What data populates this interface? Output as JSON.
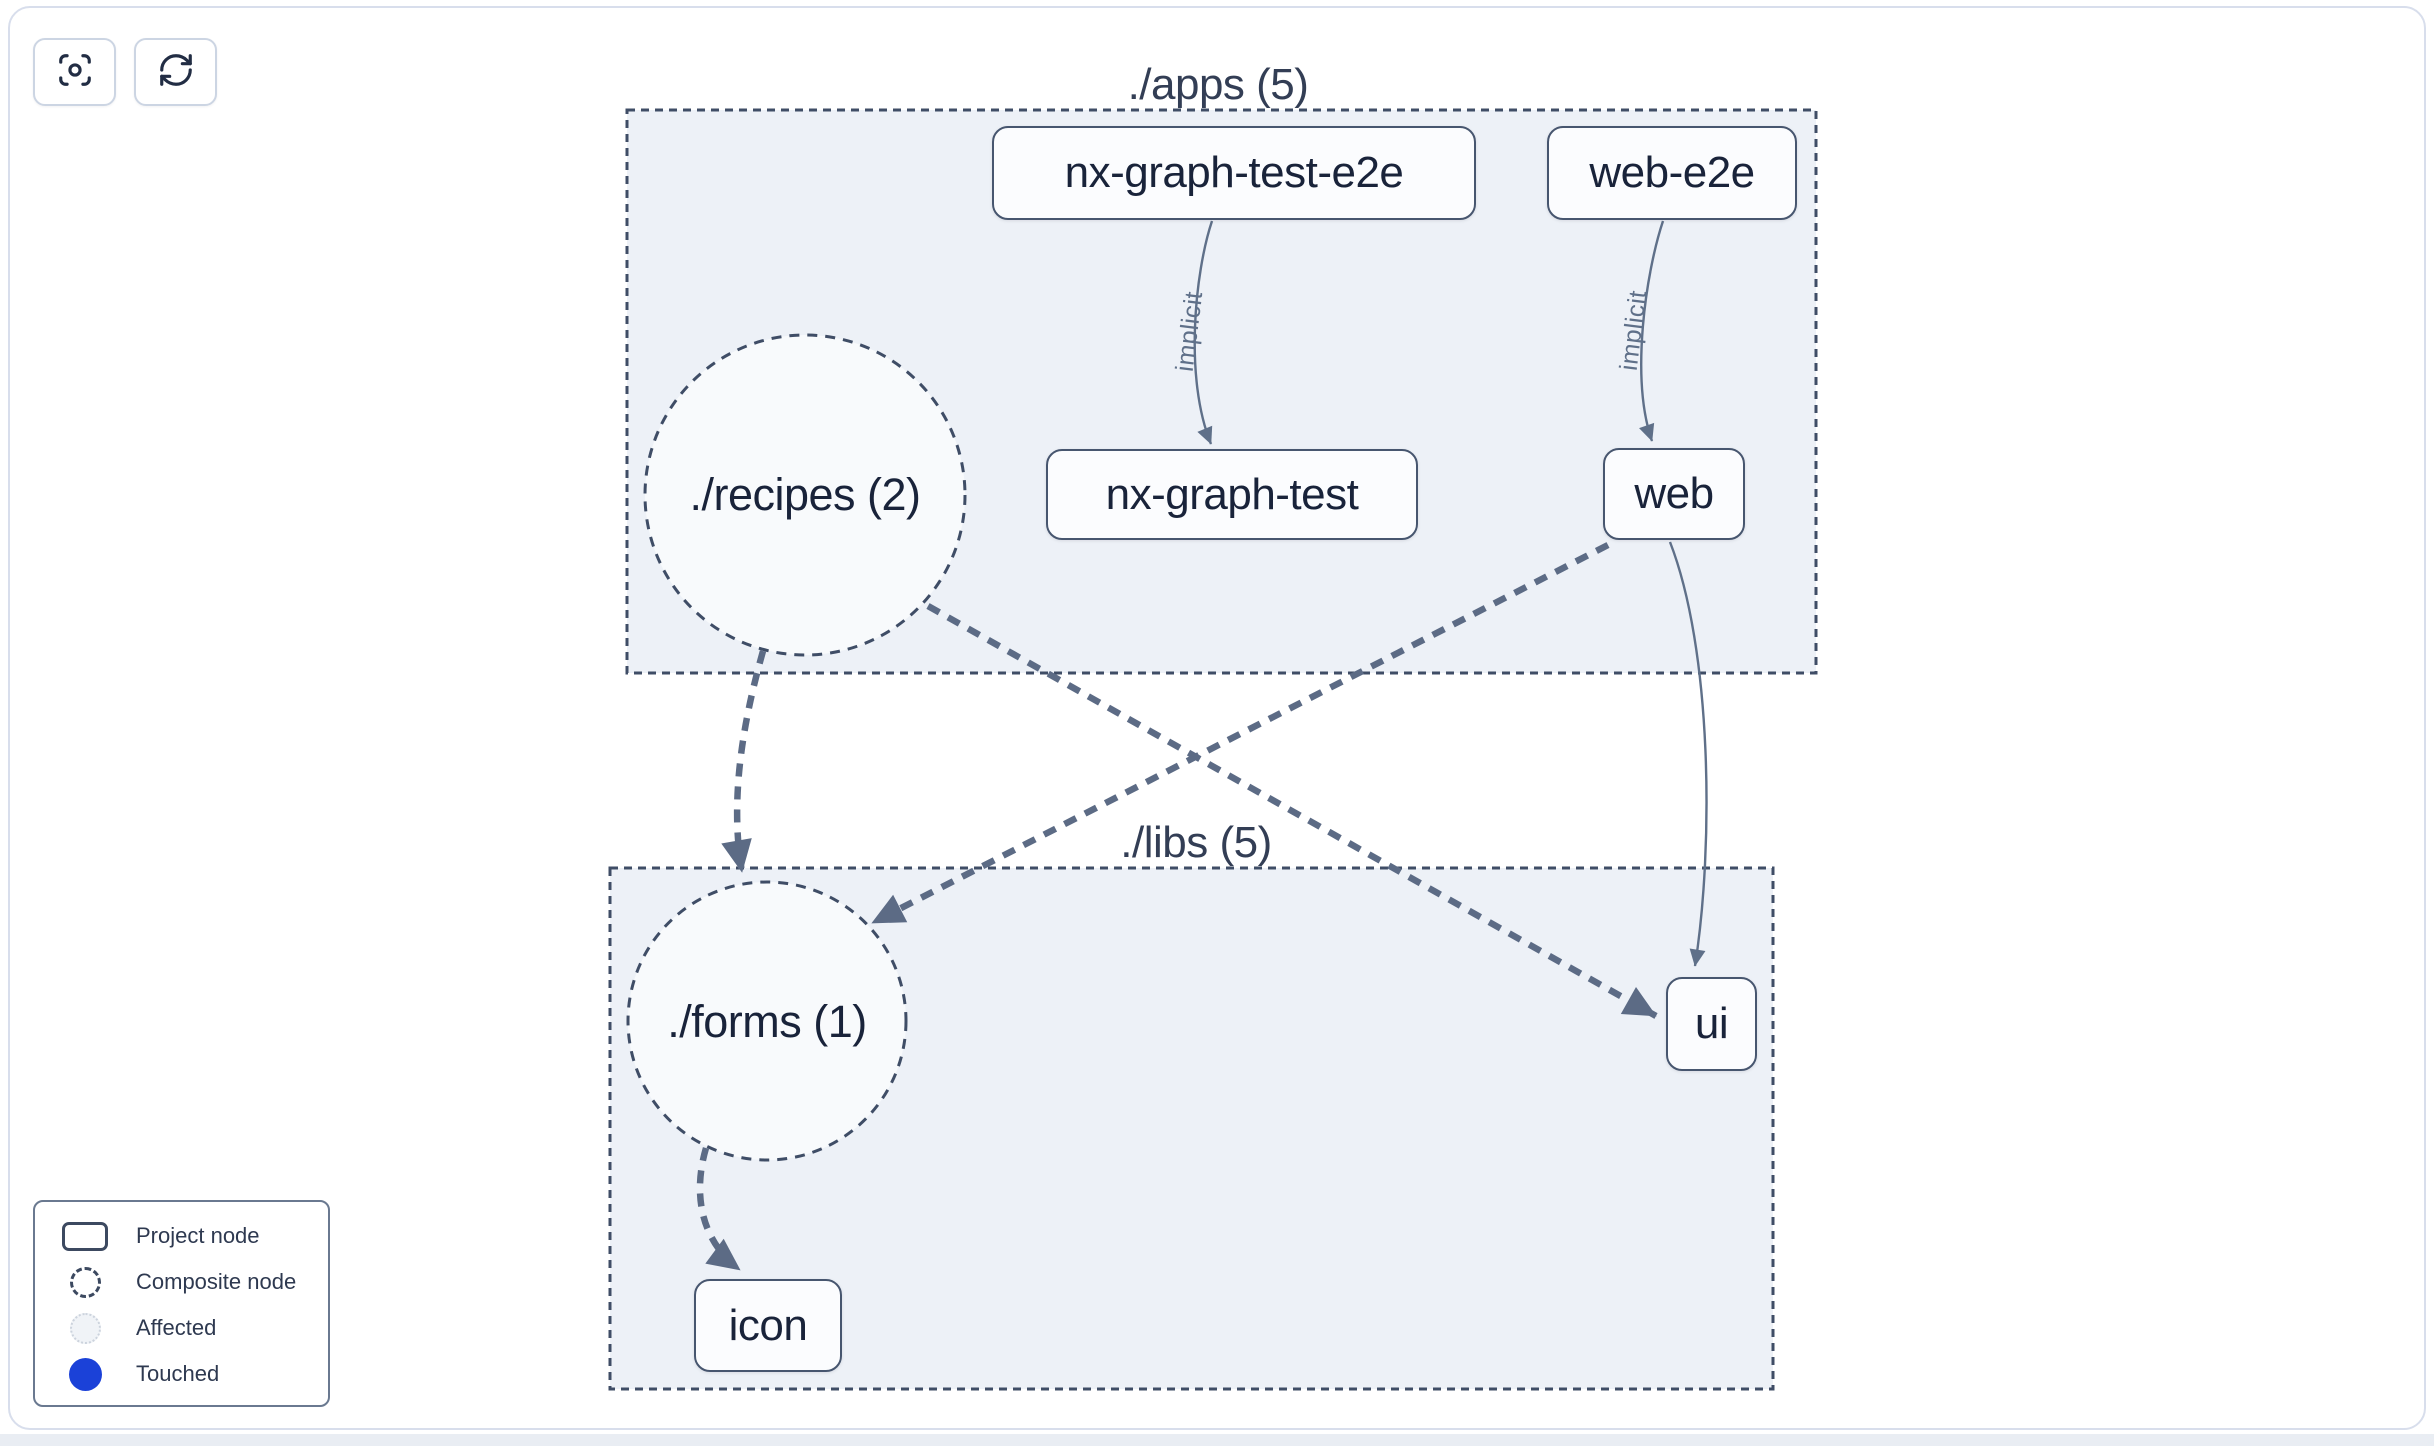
{
  "toolbar": {
    "focus_button_icon": "scan-focus-icon",
    "refresh_button_icon": "refresh-icon"
  },
  "graph": {
    "groups": [
      {
        "id": "apps",
        "label": "./apps (5)"
      },
      {
        "id": "libs",
        "label": "./libs (5)"
      }
    ],
    "composite_nodes": [
      {
        "id": "recipes",
        "label": "./recipes (2)"
      },
      {
        "id": "forms",
        "label": "./forms (1)"
      }
    ],
    "project_nodes": [
      {
        "id": "nx-graph-test-e2e",
        "label": "nx-graph-test-e2e"
      },
      {
        "id": "web-e2e",
        "label": "web-e2e"
      },
      {
        "id": "nx-graph-test",
        "label": "nx-graph-test"
      },
      {
        "id": "web",
        "label": "web"
      },
      {
        "id": "ui",
        "label": "ui"
      },
      {
        "id": "icon",
        "label": "icon"
      }
    ],
    "edges": [
      {
        "from": "nx-graph-test-e2e",
        "to": "nx-graph-test",
        "label": "implicit",
        "style": "solid"
      },
      {
        "from": "web-e2e",
        "to": "web",
        "label": "implicit",
        "style": "solid"
      },
      {
        "from": "web",
        "to": "ui",
        "label": "",
        "style": "solid"
      },
      {
        "from": "./recipes",
        "to": "./forms",
        "label": "",
        "style": "dashed"
      },
      {
        "from": "./recipes",
        "to": "ui",
        "label": "",
        "style": "dashed"
      },
      {
        "from": "web",
        "to": "./forms",
        "label": "",
        "style": "dashed"
      },
      {
        "from": "./forms",
        "to": "icon",
        "label": "",
        "style": "dashed"
      }
    ]
  },
  "legend": {
    "items": [
      {
        "label": "Project node",
        "swatch": "project-node-outline"
      },
      {
        "label": "Composite node",
        "swatch": "dashed-circle"
      },
      {
        "label": "Affected",
        "swatch": "light-dotted-circle"
      },
      {
        "label": "Touched",
        "swatch": "blue-filled-circle"
      }
    ]
  },
  "colors": {
    "touched_blue": "#1b41d8",
    "group_fill": "#edf1f7",
    "group_border": "#3f4d66",
    "node_fill": "#fbfcfe",
    "node_border": "#47566f",
    "edge_dashed": "#5c6b85",
    "edge_solid": "#5f7089",
    "card_border": "#d8deec"
  }
}
